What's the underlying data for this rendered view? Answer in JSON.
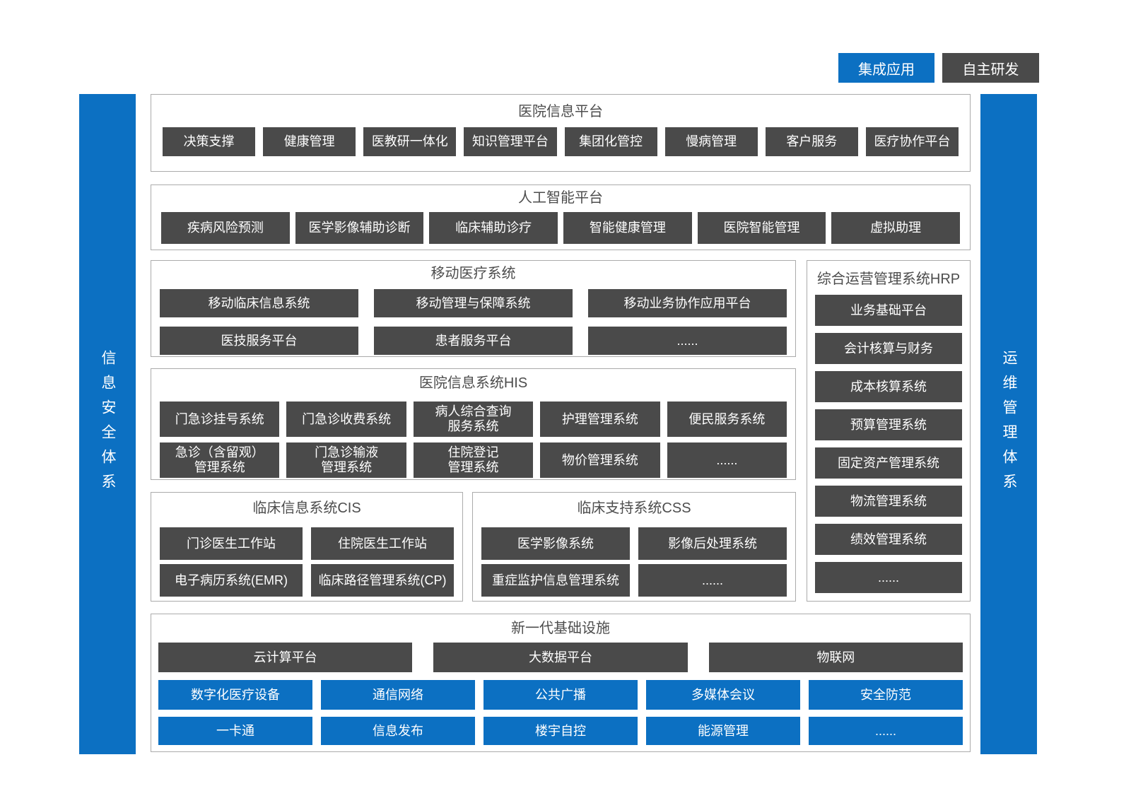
{
  "colors": {
    "blue": "#0C70C2",
    "dark_gray": "#4A4A4A",
    "section_border": "#ABABAB",
    "title_text": "#4D4D4D"
  },
  "legend": {
    "integrated_label": "集成应用",
    "self_developed_label": "自主研发"
  },
  "sidebars": {
    "left_label": "信息安全体系",
    "right_label": "运维管理体系"
  },
  "platform": {
    "title": "医院信息平台",
    "items": [
      "决策支撑",
      "健康管理",
      "医教研一体化",
      "知识管理平台",
      "集团化管控",
      "慢病管理",
      "客户服务",
      "医疗协作平台"
    ]
  },
  "ai": {
    "title": "人工智能平台",
    "items": [
      "疾病风险预测",
      "医学影像辅助诊断",
      "临床辅助诊疗",
      "智能健康管理",
      "医院智能管理",
      "虚拟助理"
    ]
  },
  "mobile": {
    "title": "移动医疗系统",
    "items": [
      "移动临床信息系统",
      "移动管理与保障系统",
      "移动业务协作应用平台",
      "医技服务平台",
      "患者服务平台",
      "......"
    ]
  },
  "hrp": {
    "title": "综合运营管理系统HRP",
    "items": [
      "业务基础平台",
      "会计核算与财务",
      "成本核算系统",
      "预算管理系统",
      "固定资产管理系统",
      "物流管理系统",
      "绩效管理系统",
      "......"
    ]
  },
  "his": {
    "title": "医院信息系统HIS",
    "items": [
      "门急诊挂号系统",
      "门急诊收费系统",
      "病人综合查询\n服务系统",
      "护理管理系统",
      "便民服务系统",
      "急诊（含留观）\n管理系统",
      "门急诊输液\n管理系统",
      "住院登记\n管理系统",
      "物价管理系统",
      "......"
    ]
  },
  "cis": {
    "title": "临床信息系统CIS",
    "items": [
      "门诊医生工作站",
      "住院医生工作站",
      "电子病历系统(EMR)",
      "临床路径管理系统(CP)"
    ]
  },
  "css": {
    "title": "临床支持系统CSS",
    "items": [
      "医学影像系统",
      "影像后处理系统",
      "重症监护信息管理系统",
      "......"
    ]
  },
  "infra": {
    "title": "新一代基础设施",
    "dark_items": [
      "云计算平台",
      "大数据平台",
      "物联网"
    ],
    "blue_items": [
      "数字化医疗设备",
      "通信网络",
      "公共广播",
      "多媒体会议",
      "安全防范",
      "一卡通",
      "信息发布",
      "楼宇自控",
      "能源管理",
      "......"
    ]
  }
}
